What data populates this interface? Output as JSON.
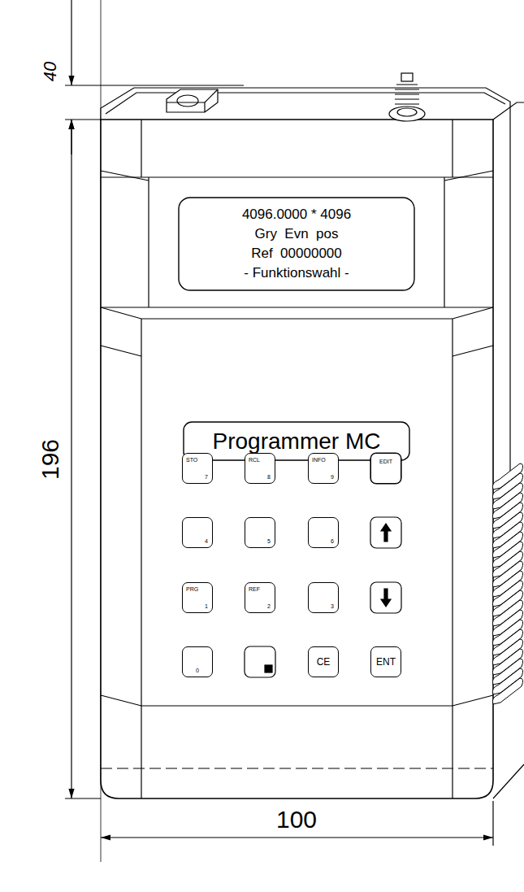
{
  "diagram": {
    "nodes": [
      {
        "text": [
          "4096.0000 * 4096",
          "Gry  Evn  pos",
          "Ref  00000000",
          "- Funktionswahl -"
        ]
      },
      {
        "text": [
          "Programmer MC"
        ]
      },
      {
        "text": [
          "STO",
          "7"
        ]
      },
      {
        "text": [
          "RCL",
          "8"
        ]
      },
      {
        "text": [
          "INFO",
          "9"
        ]
      },
      {
        "text": [
          "EDIT"
        ]
      },
      {
        "text": [
          "4"
        ]
      },
      {
        "text": [
          "5"
        ]
      },
      {
        "text": [
          "6"
        ]
      },
      {
        "text": [
          "PRG",
          "1"
        ]
      },
      {
        "text": [
          "REF",
          "2"
        ]
      },
      {
        "text": [
          "3"
        ]
      },
      {
        "text": [
          "0"
        ]
      },
      {
        "text": [
          "CE"
        ]
      },
      {
        "text": [
          "ENT"
        ]
      }
    ],
    "labels": [
      "40",
      "196",
      "100"
    ]
  }
}
